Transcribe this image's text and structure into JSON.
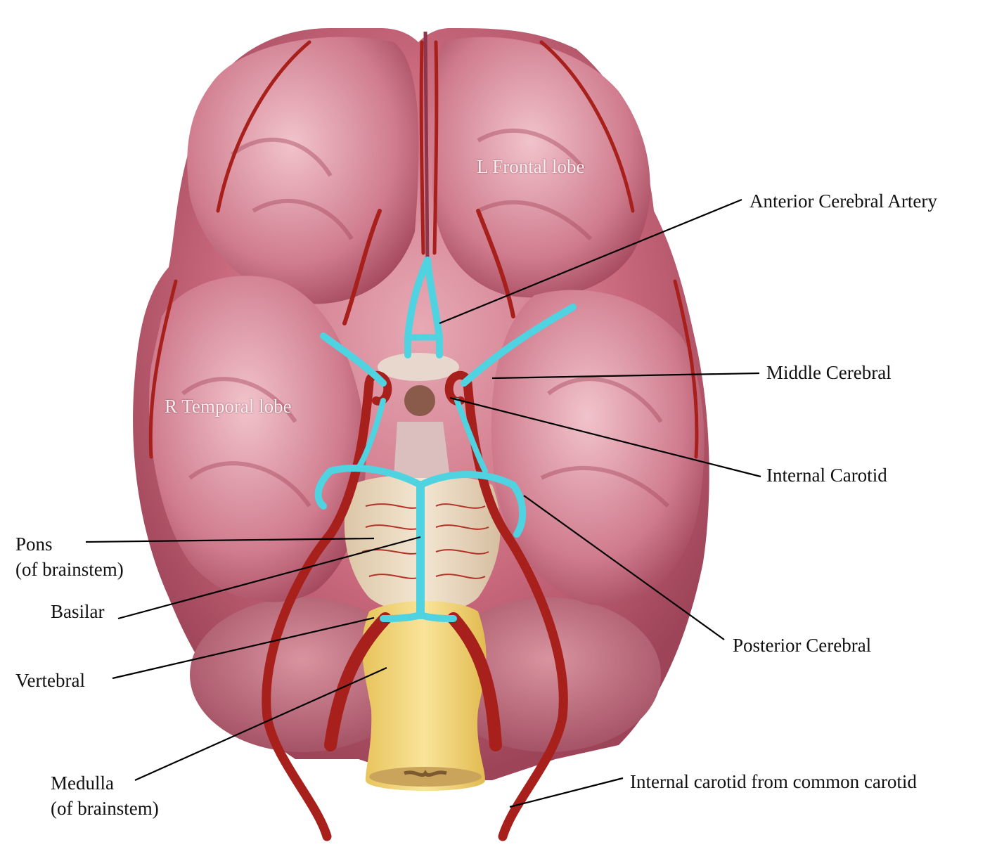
{
  "labels": {
    "frontal_lobe": "L Frontal lobe",
    "temporal_lobe": "R Temporal lobe",
    "anterior_cerebral": "Anterior Cerebral Artery",
    "middle_cerebral": "Middle Cerebral",
    "internal_carotid": "Internal Carotid",
    "posterior_cerebral": "Posterior Cerebral",
    "internal_carotid_common": "Internal carotid from common carotid",
    "pons_line1": "Pons",
    "pons_line2": "(of brainstem)",
    "basilar": "Basilar",
    "vertebral": "Vertebral",
    "medulla_line1": "Medulla",
    "medulla_line2": "(of brainstem)"
  },
  "colors": {
    "brain": "#c96a7e",
    "brain_highlight": "#e9b2bd",
    "artery": "#a8201c",
    "circle_of_willis": "#4fd3e0",
    "brainstem": "#f2d77a",
    "pons": "#ead9c0",
    "leader_line": "#000000"
  }
}
